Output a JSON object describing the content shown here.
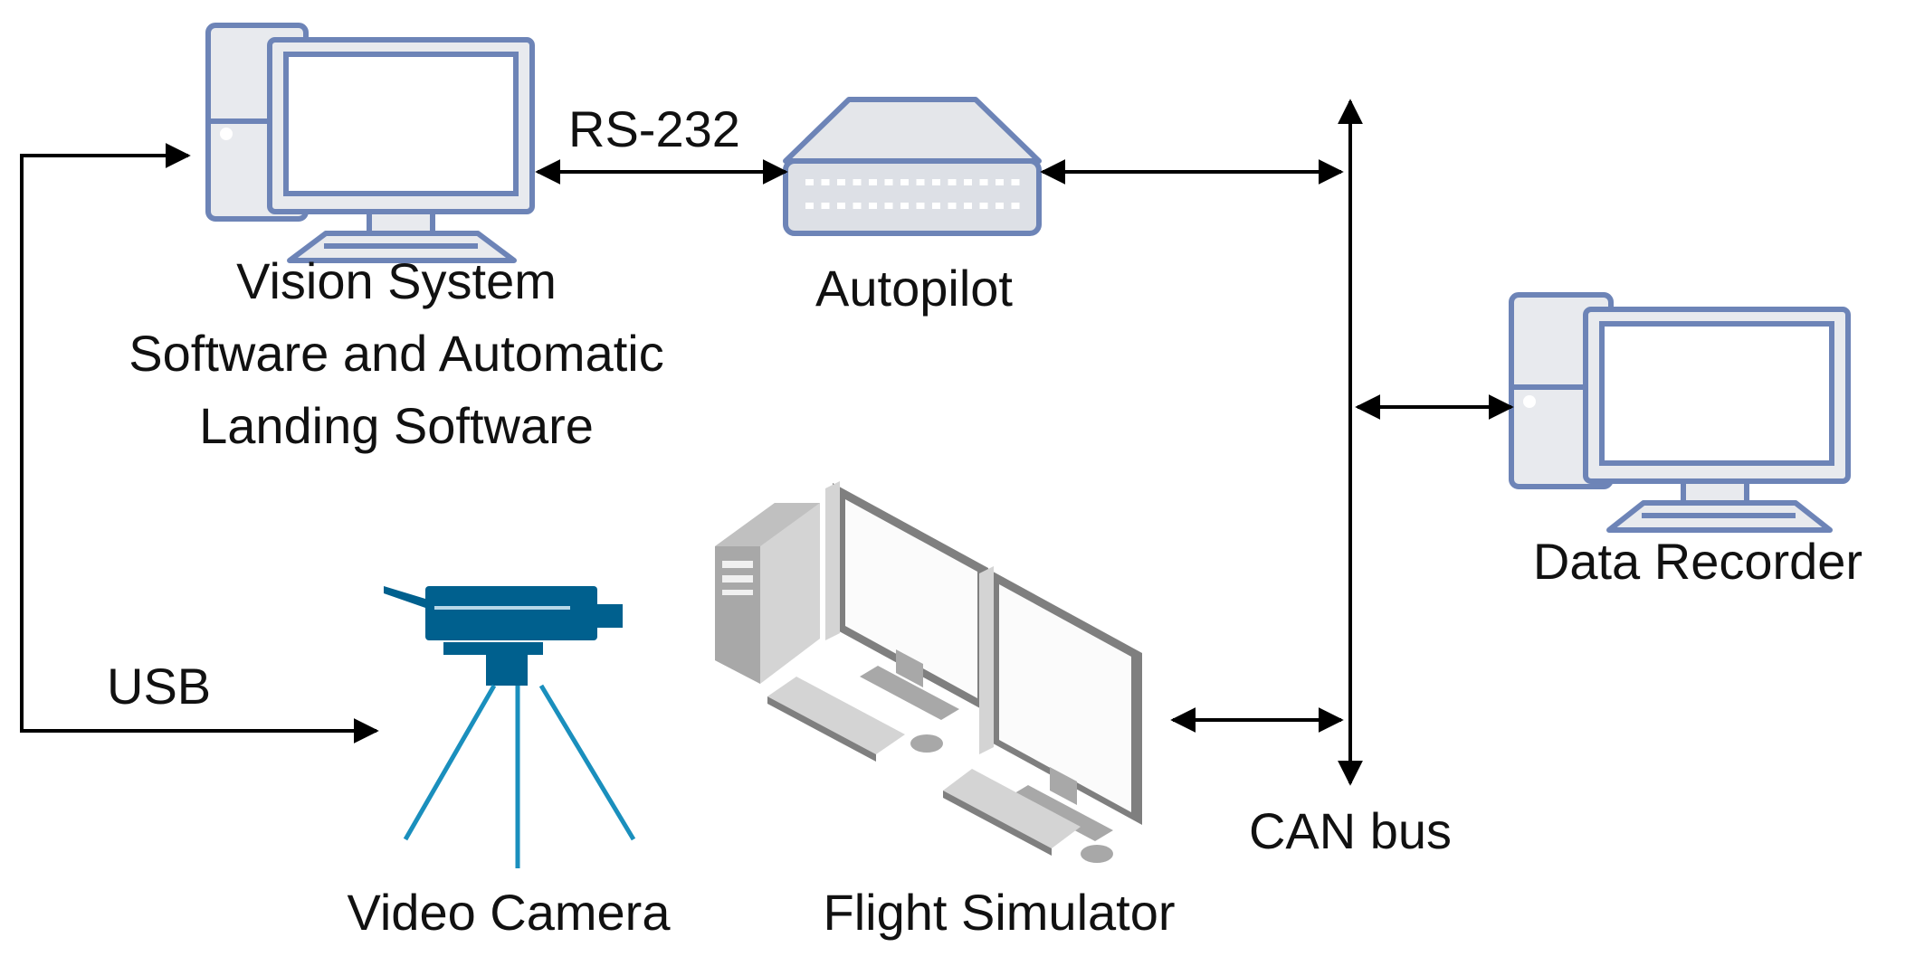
{
  "nodes": {
    "vision_system": {
      "label_lines": [
        "Vision System",
        "Software and Automatic",
        "Landing Software"
      ],
      "icon": "desktop-computer-icon"
    },
    "autopilot": {
      "label": "Autopilot",
      "icon": "network-switch-icon"
    },
    "data_recorder": {
      "label": "Data Recorder",
      "icon": "desktop-computer-icon"
    },
    "video_camera": {
      "label": "Video Camera",
      "icon": "video-camera-tripod-icon"
    },
    "flight_simulator": {
      "label": "Flight Simulator",
      "icon": "dual-workstation-icon"
    }
  },
  "connections": {
    "rs232": {
      "label": "RS-232",
      "from": "vision_system",
      "to": "autopilot"
    },
    "usb": {
      "label": "USB",
      "from": "vision_system",
      "to": "video_camera"
    },
    "can_bus": {
      "label": "CAN bus",
      "members": [
        "autopilot",
        "data_recorder",
        "flight_simulator"
      ]
    }
  },
  "colors": {
    "computer_outline": "#6d84b7",
    "computer_fill": "#e8eaee",
    "camera": "#00608e",
    "tripod": "#1a8fbd",
    "wire": "#000000"
  }
}
